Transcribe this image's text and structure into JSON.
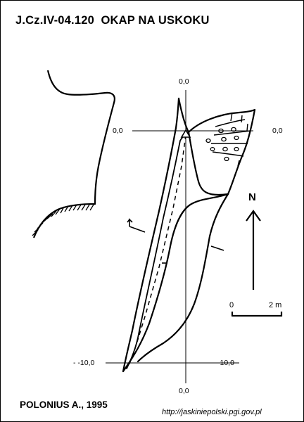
{
  "title": "J.Cz.IV-04.120  OKAP NA USKOKU",
  "author": "POLONIUS A., 1995",
  "source_url": "http://jaskiniepolski.pgi.gov.pl",
  "grid_labels": {
    "top": "0,0",
    "bottom": "0,0",
    "left_zero": "0,0",
    "right_zero": "0,0",
    "left_minus_ten": "- -10,0",
    "right_minus_ten": "-10,0"
  },
  "north_label": "N",
  "scale": {
    "start": "0",
    "end": "2 m"
  }
}
